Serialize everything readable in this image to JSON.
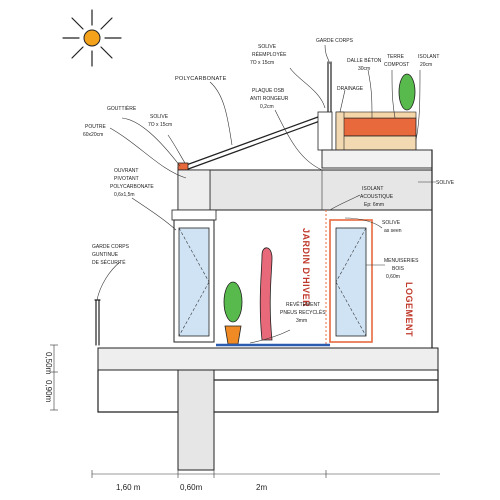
{
  "labels": {
    "garde_corps_top": "GARDE CORPS",
    "solive_remployee_1": "SOLIVE",
    "solive_remployee_2": "RÉEMPLOYÉE",
    "solive_remployee_3": "7O x 15cm",
    "polycarbonate": "POLYCARBONATE",
    "drainage": "DRAINAGE",
    "dalle_beton_1": "DALLE BÉTON",
    "dalle_beton_2": "30cm",
    "terre_compost_1": "TERRE",
    "terre_compost_2": "COMPOST",
    "isolant_top_1": "ISOLANT",
    "isolant_top_2": "20cm",
    "gouttiere": "GOUTTIÈRE",
    "solive_mid_1": "SOLIVE",
    "solive_mid_2": "7O x 15cm",
    "poutre_1": "POUTRE",
    "poutre_2": "60x20cm",
    "plaque_osb_1": "PLAQUE OSB",
    "plaque_osb_2": "ANTI RONGEUR",
    "plaque_osb_3": "0,2cm",
    "ouvrant_1": "OUVRANT",
    "ouvrant_2": "PIVOTANT",
    "ouvrant_3": "POLYCARBONATE",
    "ouvrant_4": "0,6x1,5m",
    "solive_right": "SOLIVE",
    "isolant_acou_1": "ISOLANT",
    "isolant_acou_2": "ACOUSTIQUE",
    "isolant_acou_3": "Ep: 6mm",
    "solive_asseen_1": "SOLIVE",
    "solive_asseen_2": "as seen",
    "garde_corps_left_1": "GARDE CORPS",
    "garde_corps_left_2": "GUNTINUE",
    "garde_corps_left_3": "DE SÉCURITÉ",
    "jardin_hiver": "JARDIN D'HIVER",
    "menuiseries_1": "MENUISERIES",
    "menuiseries_2": "BOIS",
    "menuiseries_3": "0,60m",
    "logement": "LOGEMENT",
    "revetement_1": "REVÊTEMENT",
    "revetement_2": "PNEUS RECYCLÉS",
    "revetement_3": "3mm",
    "dim_v1": "0,50m",
    "dim_v2": "0,90m",
    "dim_h1": "1,60 m",
    "dim_h2": "0,60m",
    "dim_h3": "2m"
  },
  "colors": {
    "concrete": "#e6e6e6",
    "insulation": "#f3d9b1",
    "soil": "#e8693c",
    "plant_green": "#58b94c",
    "pot_orange": "#f08a24",
    "pink_plant": "#e86a7a",
    "window_blue": "#cfe3f5",
    "sun": "#f4a21c",
    "red_text": "#c0392b",
    "floor_blue": "#2a5db0"
  }
}
